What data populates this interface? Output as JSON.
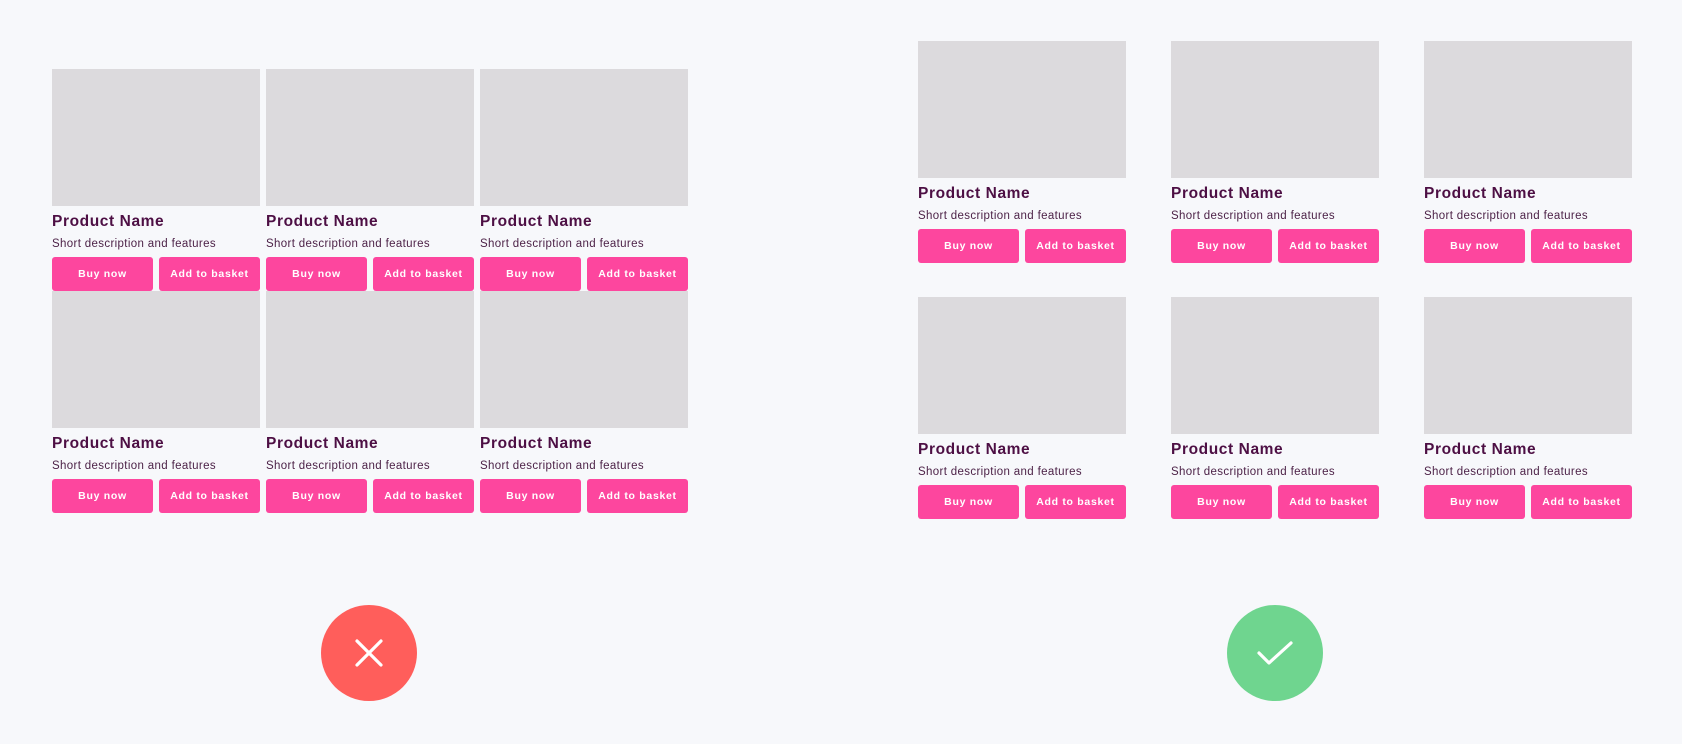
{
  "comparison": {
    "bad_example": {
      "verdict_icon": "cross-icon",
      "verdict_color": "#ff5e5b",
      "cards": [
        {
          "title": "Product Name",
          "description": "Short description and features",
          "buy_label": "Buy now",
          "basket_label": "Add to basket"
        },
        {
          "title": "Product Name",
          "description": "Short description and features",
          "buy_label": "Buy now",
          "basket_label": "Add to basket"
        },
        {
          "title": "Product Name",
          "description": "Short description and features",
          "buy_label": "Buy now",
          "basket_label": "Add to basket"
        },
        {
          "title": "Product Name",
          "description": "Short description and features",
          "buy_label": "Buy now",
          "basket_label": "Add to basket"
        },
        {
          "title": "Product Name",
          "description": "Short description and features",
          "buy_label": "Buy now",
          "basket_label": "Add to basket"
        },
        {
          "title": "Product Name",
          "description": "Short description and features",
          "buy_label": "Buy now",
          "basket_label": "Add to basket"
        }
      ]
    },
    "good_example": {
      "verdict_icon": "checkmark-icon",
      "verdict_color": "#6fd58f",
      "cards": [
        {
          "title": "Product Name",
          "description": "Short description and features",
          "buy_label": "Buy now",
          "basket_label": "Add to basket"
        },
        {
          "title": "Product Name",
          "description": "Short description and features",
          "buy_label": "Buy now",
          "basket_label": "Add to basket"
        },
        {
          "title": "Product Name",
          "description": "Short description and features",
          "buy_label": "Buy now",
          "basket_label": "Add to basket"
        },
        {
          "title": "Product Name",
          "description": "Short description and features",
          "buy_label": "Buy now",
          "basket_label": "Add to basket"
        },
        {
          "title": "Product Name",
          "description": "Short description and features",
          "buy_label": "Buy now",
          "basket_label": "Add to basket"
        },
        {
          "title": "Product Name",
          "description": "Short description and features",
          "buy_label": "Buy now",
          "basket_label": "Add to basket"
        }
      ]
    }
  },
  "colors": {
    "page_background": "#f7f8fb",
    "image_placeholder": "#dcdadd",
    "button_background": "#fd469e",
    "button_text": "#ffffff",
    "title_text": "#4d0f44"
  }
}
